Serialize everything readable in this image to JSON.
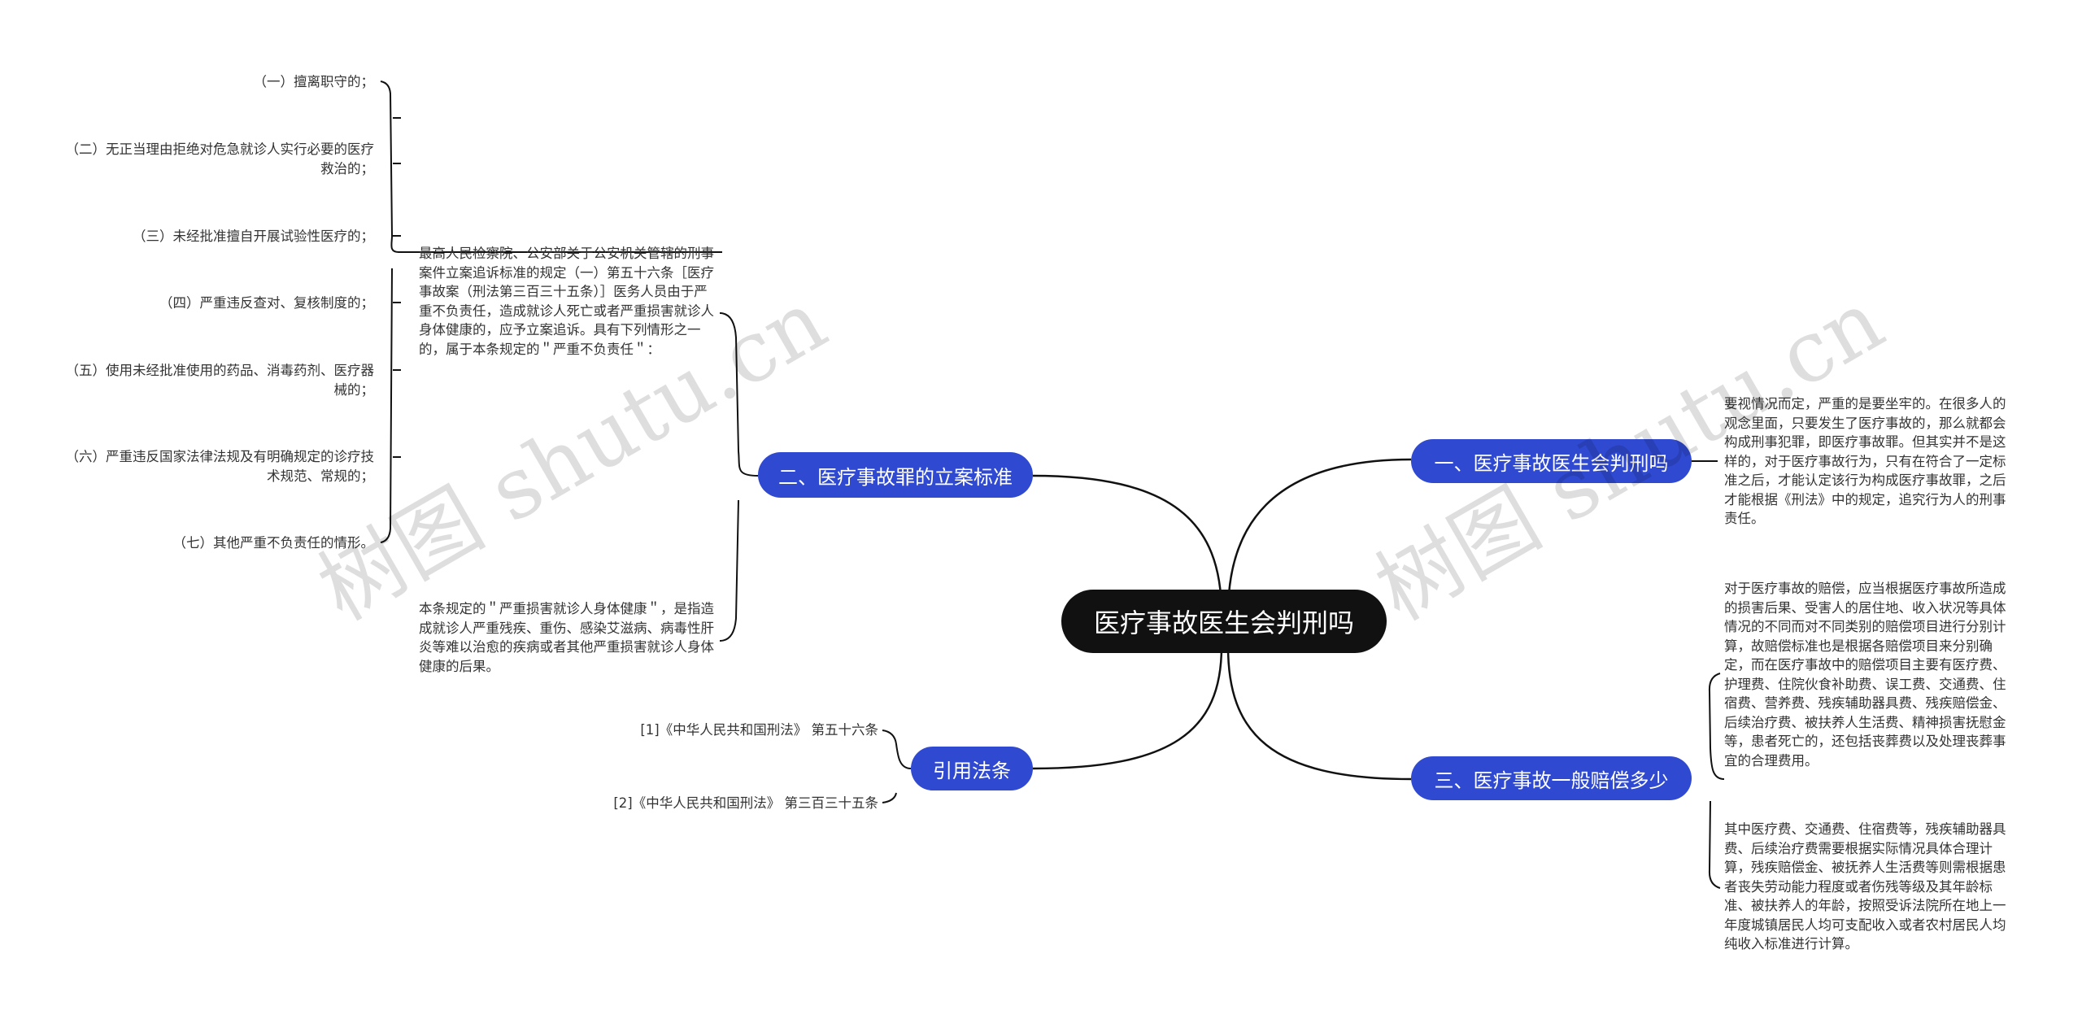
{
  "root": {
    "title": "医疗事故医生会判刑吗"
  },
  "branches": {
    "b1": {
      "label": "一、医疗事故医生会判刑吗"
    },
    "b2": {
      "label": "二、医疗事故罪的立案标准"
    },
    "b3": {
      "label": "三、医疗事故一般赔偿多少"
    },
    "b4": {
      "label": "引用法条"
    }
  },
  "b1_text": "要视情况而定，严重的是要坐牢的。在很多人的观念里面，只要发生了医疗事故的，那么就都会构成刑事犯罪，即医疗事故罪。但其实并不是这样的，对于医疗事故行为，只有在符合了一定标准之后，才能认定该行为构成医疗事故罪，之后才能根据《刑法》中的规定，追究行为人的刑事责任。",
  "b2_text1": "最高人民检察院、公安部关于公安机关管辖的刑事案件立案追诉标准的规定（一）第五十六条［医疗事故案（刑法第三百三十五条）］医务人员由于严重不负责任，造成就诊人死亡或者严重损害就诊人身体健康的，应予立案追诉。具有下列情形之一的，属于本条规定的＂严重不负责任＂：",
  "b2_text2": "本条规定的＂严重损害就诊人身体健康＂，是指造成就诊人严重残疾、重伤、感染艾滋病、病毒性肝炎等难以治愈的疾病或者其他严重损害就诊人身体健康的后果。",
  "b2_items": [
    "（一）擅离职守的；",
    "（二）无正当理由拒绝对危急就诊人实行必要的医疗救治的；",
    "（三）未经批准擅自开展试验性医疗的；",
    "（四）严重违反查对、复核制度的；",
    "（五）使用未经批准使用的药品、消毒药剂、医疗器械的；",
    "（六）严重违反国家法律法规及有明确规定的诊疗技术规范、常规的；",
    "（七）其他严重不负责任的情形。"
  ],
  "b3_text1": "对于医疗事故的赔偿，应当根据医疗事故所造成的损害后果、受害人的居住地、收入状况等具体情况的不同而对不同类别的赔偿项目进行分别计算，故赔偿标准也是根据各赔偿项目来分别确定，而在医疗事故中的赔偿项目主要有医疗费、护理费、住院伙食补助费、误工费、交通费、住宿费、营养费、残疾辅助器具费、残疾赔偿金、后续治疗费、被扶养人生活费、精神损害抚慰金等，患者死亡的，还包括丧葬费以及处理丧葬事宜的合理费用。",
  "b3_text2": "其中医疗费、交通费、住宿费等，残疾辅助器具费、后续治疗费需要根据实际情况具体合理计算，残疾赔偿金、被抚养人生活费等则需根据患者丧失劳动能力程度或者伤残等级及其年龄标准、被扶养人的年龄，按照受诉法院所在地上一年度城镇居民人均可支配收入或者农村居民人均纯收入标准进行计算。",
  "b4_items": [
    "[1]《中华人民共和国刑法》 第五十六条",
    "[2]《中华人民共和国刑法》 第三百三十五条"
  ],
  "watermark": {
    "text": "树图 shutu.cn"
  },
  "colors": {
    "branch": "#2f49d1",
    "root": "#111111",
    "line": "#111111",
    "text": "#333333"
  }
}
